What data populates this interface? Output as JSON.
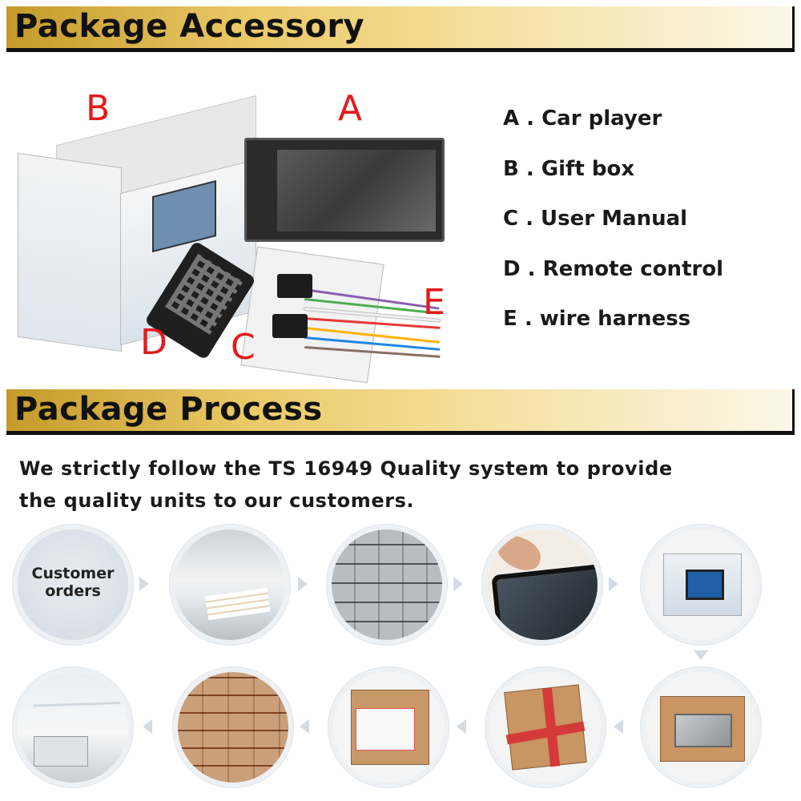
{
  "sections": {
    "accessory_title": "Package Accessory",
    "process_title": "Package Process"
  },
  "photo_labels": {
    "a": "A",
    "b": "B",
    "c": "C",
    "d": "D",
    "e": "E"
  },
  "accessories": [
    {
      "label": "A . Car player"
    },
    {
      "label": "B . Gift box"
    },
    {
      "label": "C . User Manual"
    },
    {
      "label": "D . Remote control"
    },
    {
      "label": "E . wire harness"
    }
  ],
  "process": {
    "description_line1": "We strictly follow the TS 16949 Quality system to provide",
    "description_line2": "the quality units to our customers.",
    "first_step_label": "Customer\norders"
  },
  "colors": {
    "banner_gold": "#e9c866",
    "label_red": "#e21b1b",
    "circle_border": "#eef1f4"
  }
}
